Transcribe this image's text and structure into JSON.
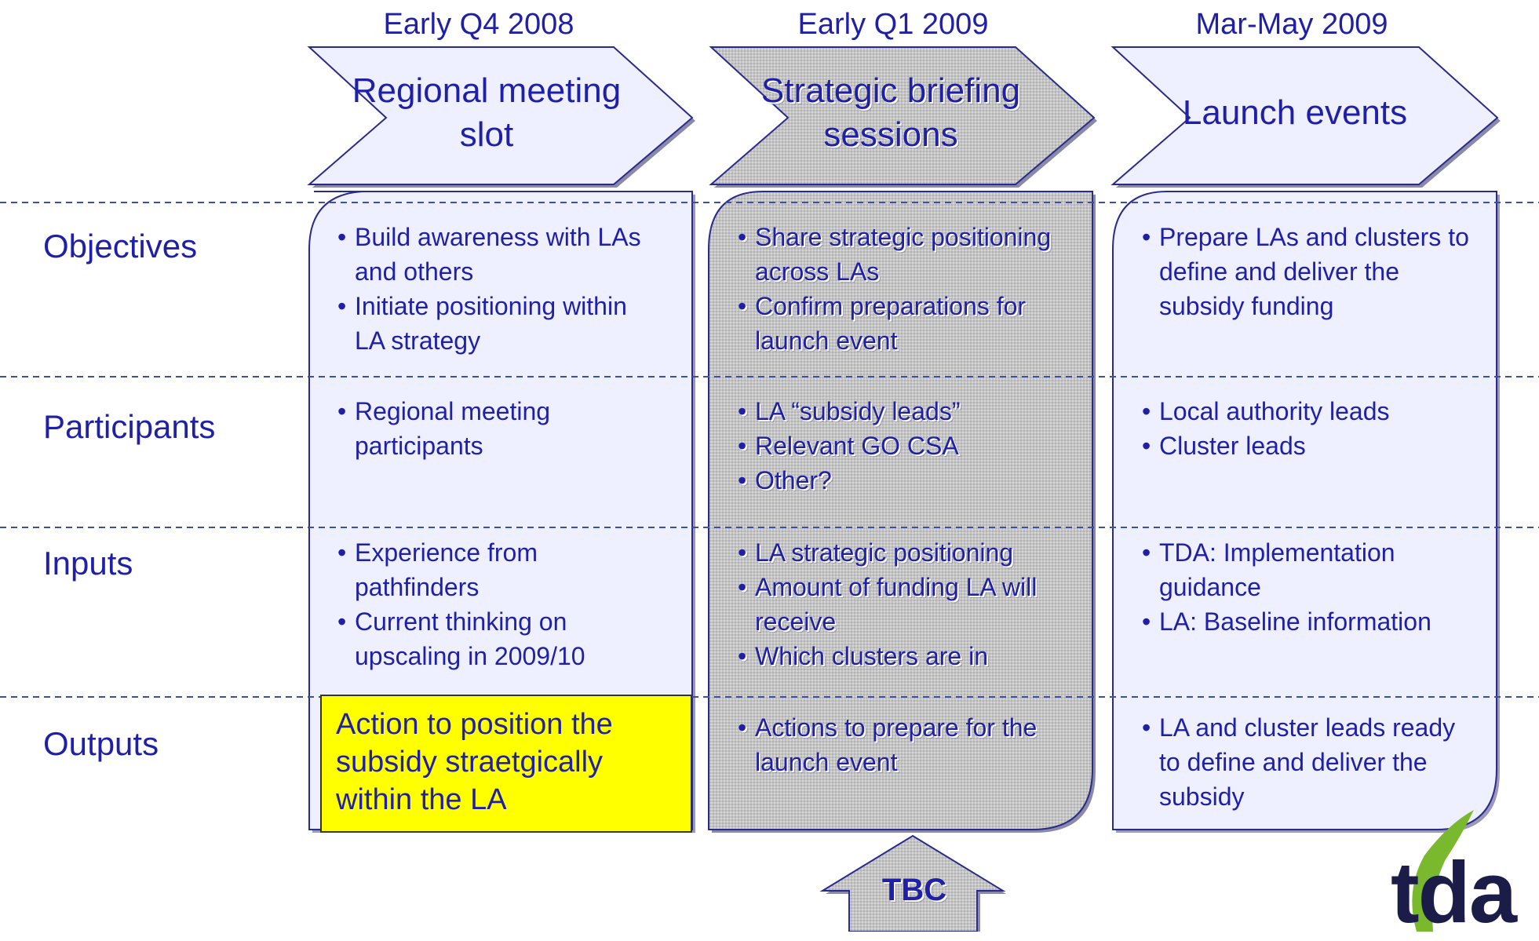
{
  "periods": [
    "Early Q4 2008",
    "Early Q1 2009",
    "Mar-May 2009"
  ],
  "stages": [
    {
      "line1": "Regional meeting",
      "line2": "slot"
    },
    {
      "line1": "Strategic briefing",
      "line2": "sessions"
    },
    {
      "line1": "Launch events",
      "line2": ""
    }
  ],
  "rows": [
    "Objectives",
    "Participants",
    "Inputs",
    "Outputs"
  ],
  "columns": [
    {
      "objectives": [
        "Build awareness with LAs and others",
        "Initiate positioning within LA strategy"
      ],
      "participants": [
        "Regional meeting participants"
      ],
      "inputs": [
        "Experience from pathfinders",
        "Current thinking on upscaling in 2009/10"
      ],
      "outputs_highlight": "Action to position the subsidy straetgically within the LA"
    },
    {
      "objectives": [
        "Share strategic positioning across LAs",
        "Confirm preparations for launch event"
      ],
      "participants": [
        "LA “subsidy leads”",
        "Relevant GO CSA",
        "Other?"
      ],
      "inputs": [
        "LA strategic positioning",
        "Amount of funding LA will receive",
        "Which clusters are in"
      ],
      "outputs": [
        "Actions to prepare for the launch event"
      ]
    },
    {
      "objectives": [
        "Prepare LAs and clusters to define and deliver the subsidy funding"
      ],
      "participants": [
        "Local authority leads",
        "Cluster leads"
      ],
      "inputs": [
        "TDA: Implementation guidance",
        "LA: Baseline information"
      ],
      "outputs": [
        "LA and cluster leads ready to define and deliver the subsidy"
      ]
    }
  ],
  "tbc_label": "TBC",
  "logo": {
    "text": "tda",
    "swoosh_color": "#7ab82e"
  },
  "colors": {
    "text": "#1f1fa8",
    "panel": "#eef0ff",
    "panel_grey": "#c8c8c8",
    "highlight": "#ffff00",
    "divider": "#3b4fa8"
  }
}
